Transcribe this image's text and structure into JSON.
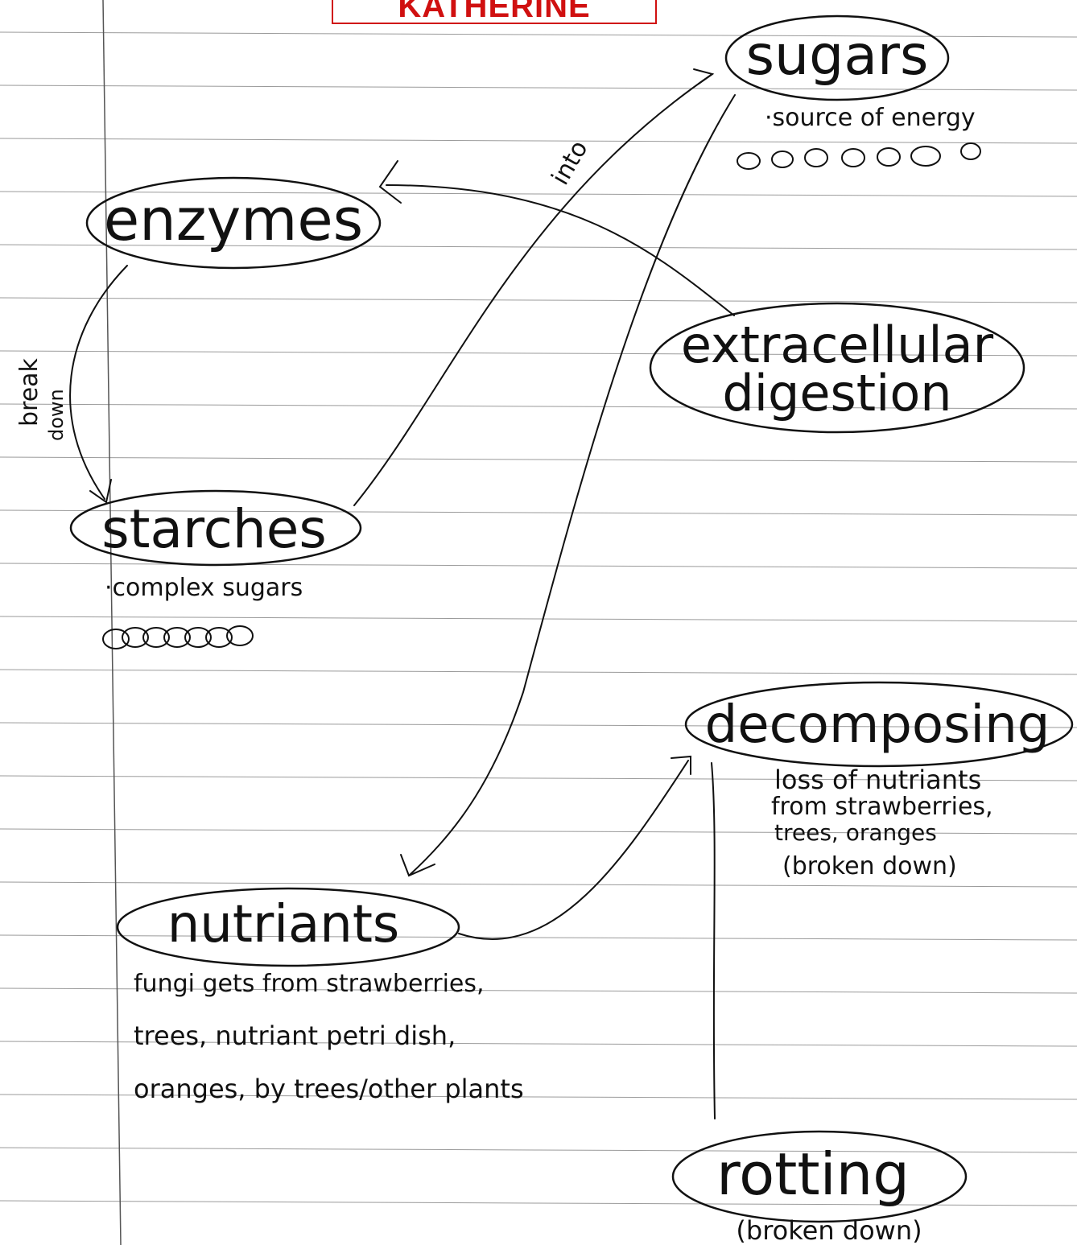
{
  "name_label": "KATHERINE",
  "colors": {
    "ink": "#111111",
    "rule_line": "#9a9a9a",
    "label_red": "#d01010"
  },
  "nodes": {
    "sugars": {
      "title": "sugars",
      "note_1": "·source of energy"
    },
    "enzymes": {
      "title": "enzymes"
    },
    "extracellular": {
      "title_1": "extracellular",
      "title_2": "digestion"
    },
    "starches": {
      "title": "starches",
      "note_1": "·complex sugars"
    },
    "decomposing": {
      "title": "decomposing",
      "note_1": "loss of nutriants",
      "note_2": "from strawberries,",
      "note_3": "trees, oranges",
      "note_4": "(broken down)"
    },
    "nutriants": {
      "title": "nutriants",
      "note_1": "fungi gets from strawberries,",
      "note_2": "trees, nutriant petri dish,",
      "note_3": "oranges, by trees/other plants"
    },
    "rotting": {
      "title": "rotting",
      "note_1": "(broken down)"
    }
  },
  "edge_labels": {
    "into": "into",
    "break": "break",
    "down": "down"
  }
}
